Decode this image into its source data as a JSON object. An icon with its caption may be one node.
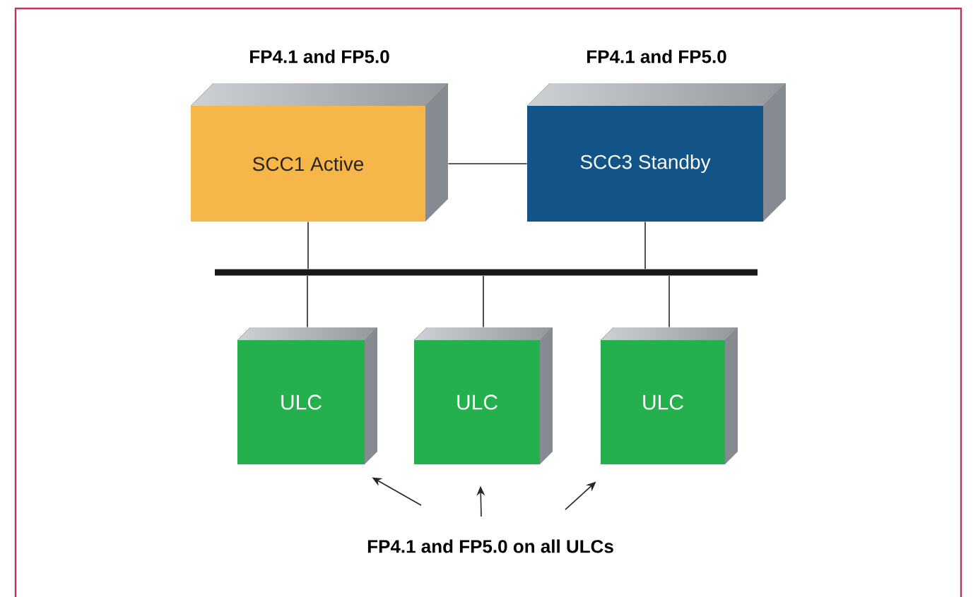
{
  "diagram": {
    "nodes": [
      {
        "text": [
          "FP4.1 and FP5.0",
          "SCC1 Active"
        ]
      },
      {
        "text": [
          "FP4.1 and FP5.0",
          "SCC3 Standby"
        ]
      },
      {
        "text": [],
        "shape": "bar"
      },
      {
        "text": [
          "ULC"
        ]
      },
      {
        "text": [
          "ULC"
        ]
      },
      {
        "text": [
          "ULC"
        ]
      },
      {
        "text": [
          "FP4.1 and FP5.0 on all ULCs"
        ]
      }
    ],
    "edges": [
      {
        "from": 0,
        "to": 1,
        "arrow": "none"
      },
      {
        "from": 0,
        "to": 2,
        "arrow": "none"
      },
      {
        "from": 1,
        "to": 2,
        "arrow": "none"
      },
      {
        "from": 3,
        "to": 2,
        "arrow": "none"
      },
      {
        "from": 4,
        "to": 2,
        "arrow": "none"
      },
      {
        "from": 5,
        "to": 2,
        "arrow": "none"
      },
      {
        "from": 6,
        "to": 3,
        "arrow": "to"
      },
      {
        "from": 6,
        "to": 4,
        "arrow": "to"
      },
      {
        "from": 6,
        "to": 5,
        "arrow": "to"
      }
    ]
  }
}
